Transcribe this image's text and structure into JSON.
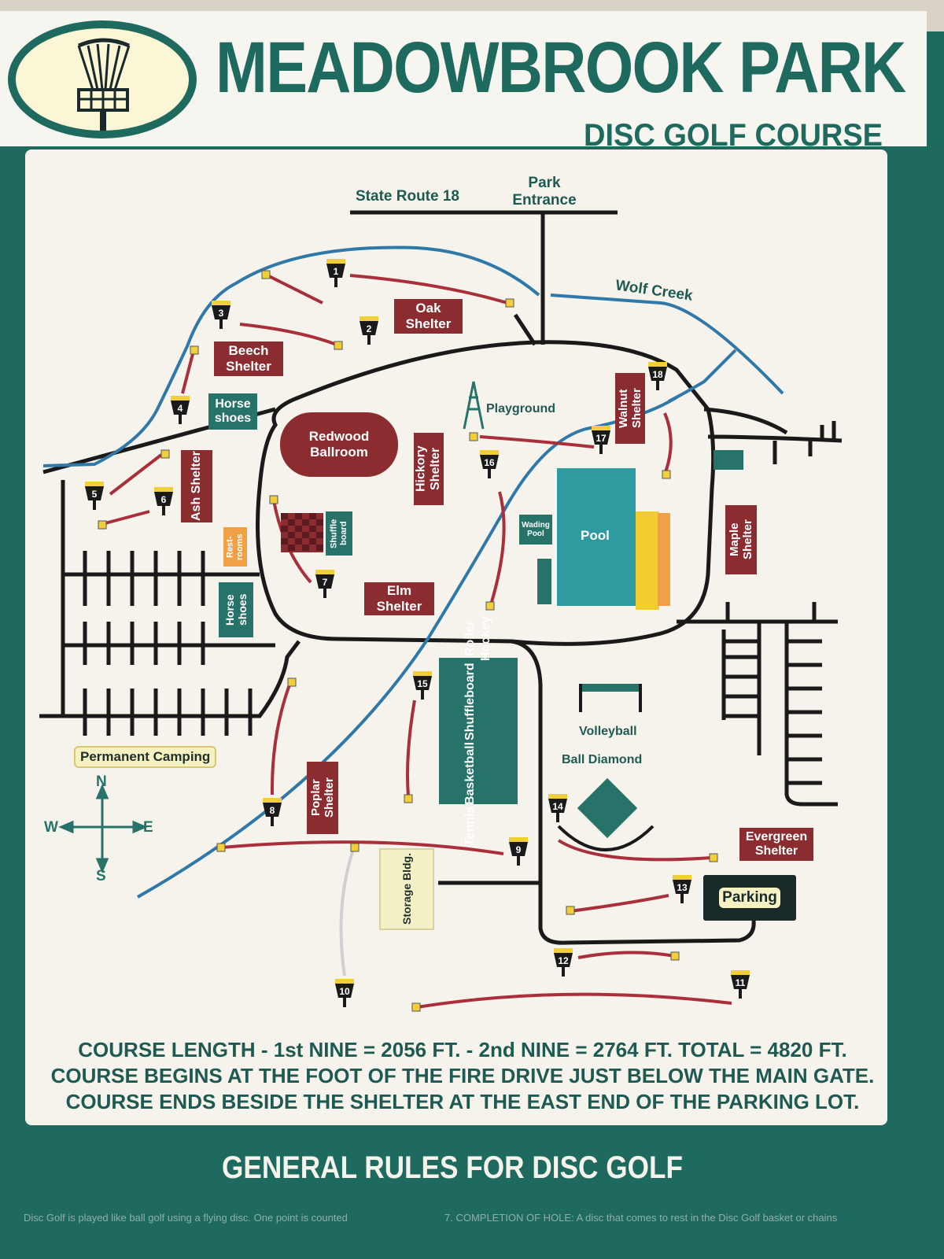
{
  "header": {
    "title": "MEADOWBROOK PARK",
    "subtitle": "DISC GOLF COURSE",
    "logo_icon": "disc-golf-basket-icon"
  },
  "map": {
    "roads": {
      "state_route": "State Route 18",
      "park_entrance": "Park Entrance",
      "creek": "Wolf Creek"
    },
    "facilities": {
      "oak": "Oak Shelter",
      "beech": "Beech Shelter",
      "horseshoes_top": "Horse shoes",
      "redwood": "Redwood Ballroom",
      "hickory": "Hickory Shelter",
      "playground": "Playground",
      "walnut": "Walnut Shelter",
      "ash": "Ash Shelter",
      "restrooms": "Rest- rooms",
      "shuffleboard_small": "Shuffle board",
      "horseshoes_lower": "Horse shoes",
      "elm": "Elm Shelter",
      "wading_pool": "Wading Pool",
      "pool": "Pool",
      "maple": "Maple Shelter",
      "courts": [
        "Tennis",
        "Basketball",
        "Shuffleboard",
        "Roller Hockey"
      ],
      "volleyball": "Volleyball",
      "ball_diamond": "Ball Diamond",
      "poplar": "Poplar Shelter",
      "storage": "Storage Bldg.",
      "evergreen": "Evergreen Shelter",
      "parking": "Parking",
      "camping": "Permanent Camping"
    },
    "compass": {
      "n": "N",
      "s": "S",
      "e": "E",
      "w": "W"
    },
    "holes": [
      "1",
      "2",
      "3",
      "4",
      "5",
      "6",
      "7",
      "8",
      "9",
      "10",
      "11",
      "12",
      "13",
      "14",
      "15",
      "16",
      "17",
      "18"
    ]
  },
  "info": {
    "line1": "COURSE LENGTH - 1st NINE = 2056 FT. - 2nd NINE = 2764 FT. TOTAL = 4820 FT.",
    "line2": "COURSE BEGINS AT THE FOOT OF THE FIRE DRIVE JUST BELOW THE MAIN GATE.",
    "line3": "COURSE ENDS BESIDE THE SHELTER AT THE EAST END OF THE PARKING LOT."
  },
  "rules": {
    "title": "GENERAL RULES FOR DISC GOLF",
    "left_text": "Disc Golf is played like ball golf using a flying disc. One point is counted",
    "right_text": "7. COMPLETION OF HOLE: A disc that comes to rest in the Disc Golf basket or chains"
  },
  "colors": {
    "board": "#1f6a5f",
    "road": "#1a1a1a",
    "creek": "#2f78a8",
    "fairway": "#a9303b",
    "basket": "#f0cf3a"
  }
}
